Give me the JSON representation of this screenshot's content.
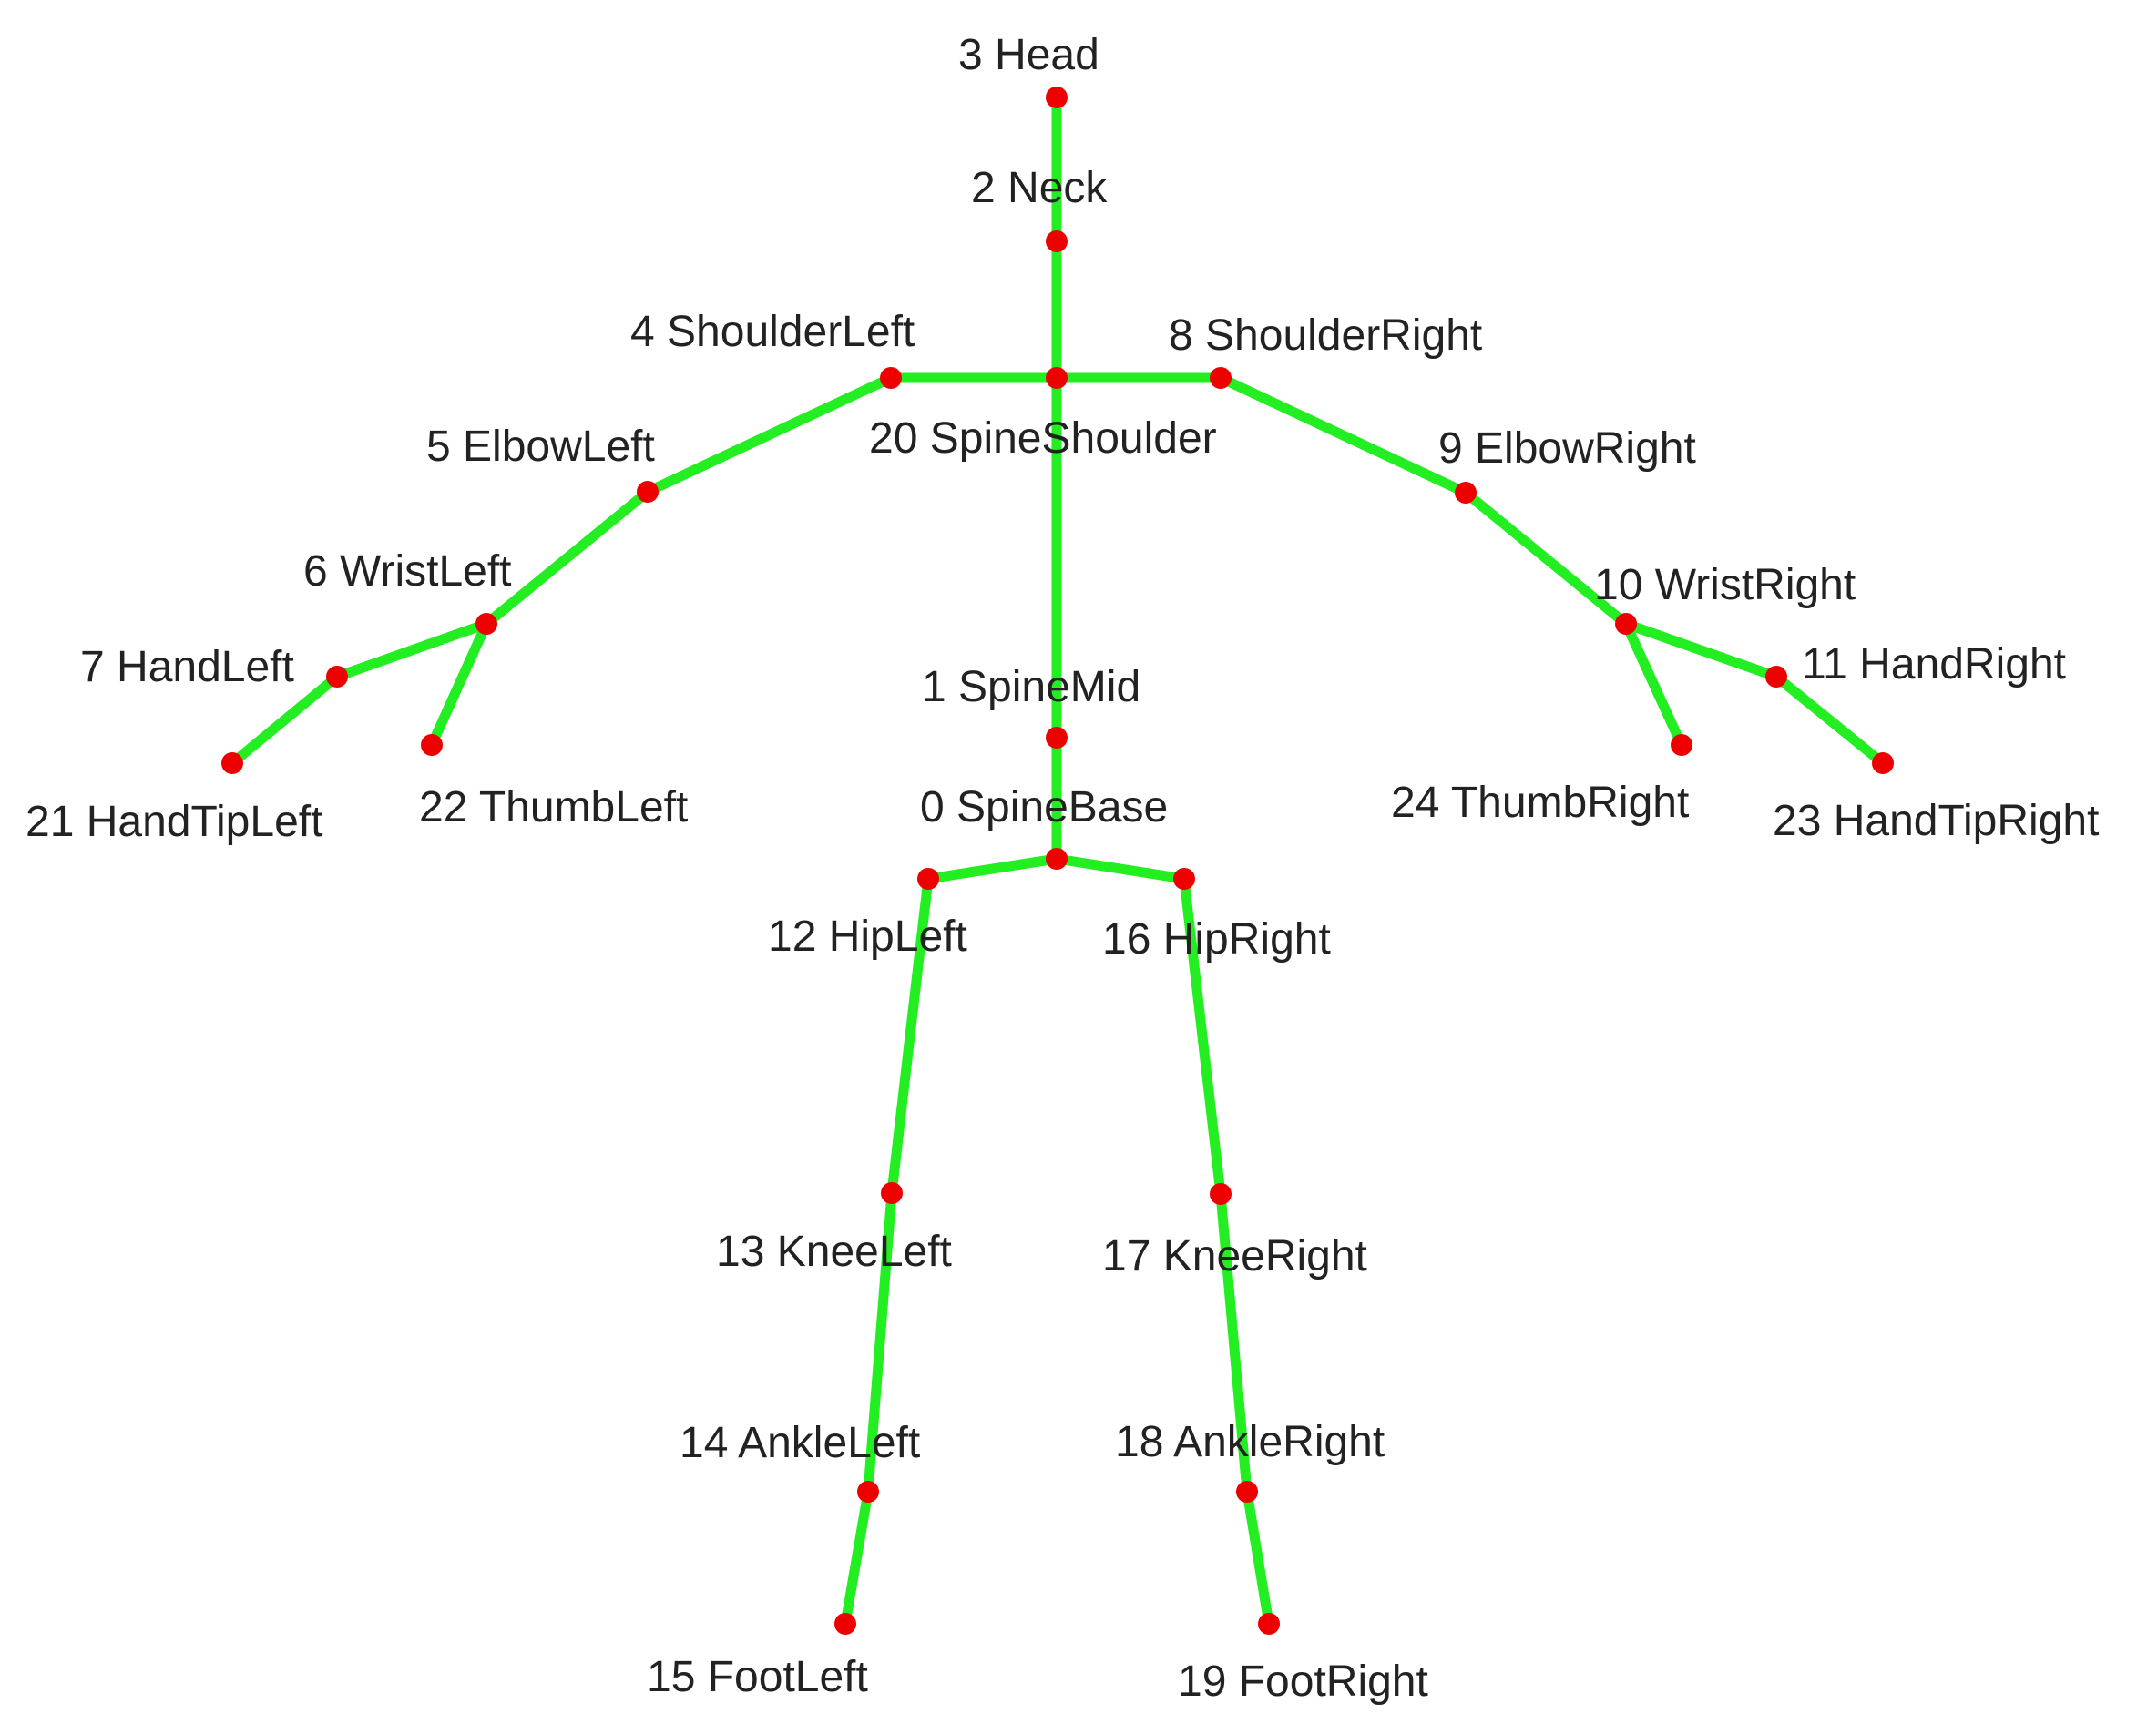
{
  "colors": {
    "background": "#ffffff",
    "bone": "#22ee22",
    "joint": "#ee0000",
    "label": "#222222"
  },
  "joints": [
    {
      "id": 0,
      "label": "0 SpineBase"
    },
    {
      "id": 1,
      "label": "1 SpineMid"
    },
    {
      "id": 2,
      "label": "2 Neck"
    },
    {
      "id": 3,
      "label": "3 Head"
    },
    {
      "id": 4,
      "label": "4 ShoulderLeft"
    },
    {
      "id": 5,
      "label": "5 ElbowLeft"
    },
    {
      "id": 6,
      "label": "6 WristLeft"
    },
    {
      "id": 7,
      "label": "7 HandLeft"
    },
    {
      "id": 8,
      "label": "8 ShoulderRight"
    },
    {
      "id": 9,
      "label": "9 ElbowRight"
    },
    {
      "id": 10,
      "label": "10 WristRight"
    },
    {
      "id": 11,
      "label": "11 HandRight"
    },
    {
      "id": 12,
      "label": "12 HipLeft"
    },
    {
      "id": 13,
      "label": "13 KneeLeft"
    },
    {
      "id": 14,
      "label": "14 AnkleLeft"
    },
    {
      "id": 15,
      "label": "15 FootLeft"
    },
    {
      "id": 16,
      "label": "16 HipRight"
    },
    {
      "id": 17,
      "label": "17 KneeRight"
    },
    {
      "id": 18,
      "label": "18 AnkleRight"
    },
    {
      "id": 19,
      "label": "19 FootRight"
    },
    {
      "id": 20,
      "label": "20 SpineShoulder"
    },
    {
      "id": 21,
      "label": "21 HandTipLeft"
    },
    {
      "id": 22,
      "label": "22 ThumbLeft"
    },
    {
      "id": 23,
      "label": "23 HandTipRight"
    },
    {
      "id": 24,
      "label": "24 ThumbRight"
    }
  ],
  "bones": [
    [
      3,
      2
    ],
    [
      2,
      20
    ],
    [
      20,
      1
    ],
    [
      1,
      0
    ],
    [
      20,
      4
    ],
    [
      4,
      5
    ],
    [
      5,
      6
    ],
    [
      6,
      7
    ],
    [
      7,
      21
    ],
    [
      6,
      22
    ],
    [
      20,
      8
    ],
    [
      8,
      9
    ],
    [
      9,
      10
    ],
    [
      10,
      11
    ],
    [
      11,
      23
    ],
    [
      10,
      24
    ],
    [
      0,
      12
    ],
    [
      12,
      13
    ],
    [
      13,
      14
    ],
    [
      14,
      15
    ],
    [
      0,
      16
    ],
    [
      16,
      17
    ],
    [
      17,
      18
    ],
    [
      18,
      19
    ]
  ]
}
